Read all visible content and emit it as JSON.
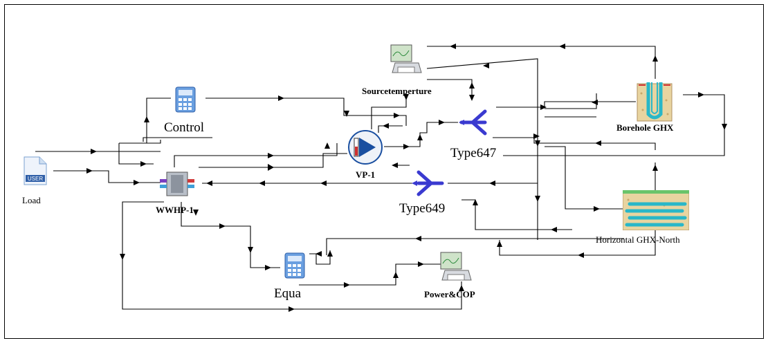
{
  "components": {
    "load": {
      "label": "Load",
      "icon_text": "USER"
    },
    "control": {
      "label": "Control"
    },
    "wwhp": {
      "label": "WWHP-1"
    },
    "source_printer": {
      "label": "Sourcetemperture"
    },
    "vp": {
      "label": "VP-1"
    },
    "type647": {
      "label": "Type647"
    },
    "type649": {
      "label": "Type649"
    },
    "borehole": {
      "label": "Borehole GHX"
    },
    "horizontal": {
      "label": "Horizontal GHX-North"
    },
    "equa": {
      "label": "Equa"
    },
    "power_printer": {
      "label": "Power&COP"
    }
  },
  "colors": {
    "wire": "#000000",
    "calculator": "#4a7fc1",
    "pump": "#1a4fa0",
    "diverter": "#3a3ad0",
    "soil": "#e8d4a0",
    "pipe": "#29b7c8",
    "grass": "#6ac46a"
  }
}
